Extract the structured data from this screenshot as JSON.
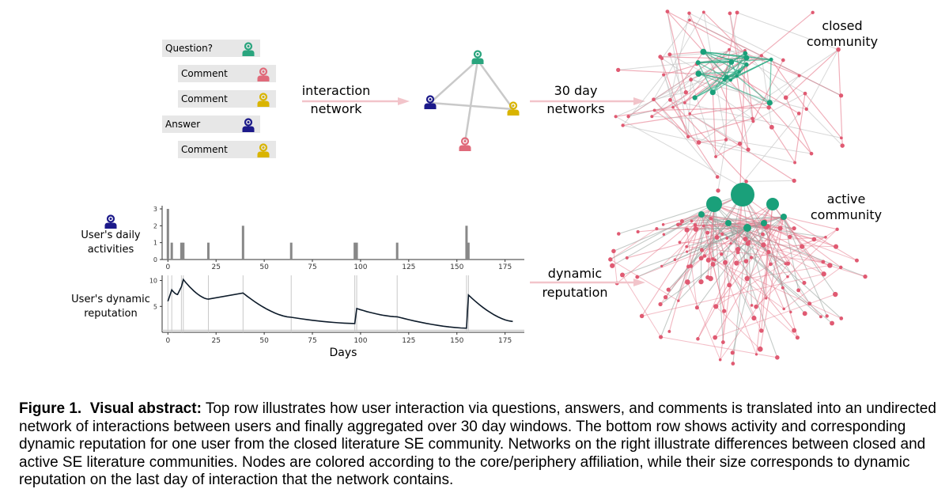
{
  "thread": [
    {
      "label": "Question?",
      "indent": 0,
      "color": "#2aa57e"
    },
    {
      "label": "Comment",
      "indent": 1,
      "color": "#e06a7a"
    },
    {
      "label": "Comment",
      "indent": 1,
      "color": "#d9b400"
    },
    {
      "label": "Answer",
      "indent": 0,
      "color": "#1c1a8a"
    },
    {
      "label": "Comment",
      "indent": 1,
      "color": "#d9b400"
    }
  ],
  "arrows": {
    "interaction": [
      "interaction",
      "network"
    ],
    "thirty_day": [
      "30 day",
      "networks"
    ],
    "dynamic": [
      "dynamic",
      "reputation"
    ]
  },
  "networks": {
    "closed": [
      "closed",
      "community"
    ],
    "active": [
      "active",
      "community"
    ]
  },
  "colors": {
    "core": "#1aa07a",
    "periphery": "#e05a72",
    "activity": "#888888",
    "reputation": "#0d1b2a"
  },
  "chart_data": [
    {
      "type": "bar",
      "title": "",
      "ylabel": "User's daily activities",
      "ylim": [
        0,
        3
      ],
      "yticks": [
        0,
        1,
        2,
        3
      ],
      "xlim": [
        -3,
        185
      ],
      "xticks": [
        0,
        25,
        50,
        75,
        100,
        125,
        150,
        175
      ],
      "x": [
        0,
        2,
        7,
        8,
        21,
        39,
        64,
        97,
        98,
        119,
        155,
        156
      ],
      "values": [
        3,
        1,
        1,
        1,
        1,
        2,
        1,
        1,
        1,
        1,
        2,
        1
      ]
    },
    {
      "type": "line",
      "title": "",
      "xlabel": "Days",
      "ylabel": "User's dynamic reputation",
      "ylim": [
        0,
        11
      ],
      "yticks": [
        5,
        10
      ],
      "xlim": [
        -3,
        185
      ],
      "xticks": [
        0,
        25,
        50,
        75,
        100,
        125,
        150,
        175
      ],
      "events": [
        0,
        2,
        7,
        8,
        21,
        39,
        64,
        97,
        98,
        119,
        155,
        156
      ],
      "points": [
        [
          0,
          6
        ],
        [
          2,
          8.2
        ],
        [
          5,
          7.3
        ],
        [
          7,
          8.8
        ],
        [
          8,
          10.2
        ],
        [
          21,
          6.4
        ],
        [
          39,
          7.6
        ],
        [
          64,
          2.9
        ],
        [
          97,
          1.7
        ],
        [
          98,
          4.6
        ],
        [
          119,
          3.0
        ],
        [
          155,
          0.8
        ],
        [
          156,
          7.2
        ],
        [
          179,
          2.1
        ]
      ]
    }
  ],
  "caption": {
    "label": "Figure 1.",
    "lead": "Visual abstract:",
    "text": "Top row illustrates how user interaction via questions, answers, and comments is translated into an undirected network of interactions between users and finally aggregated over 30 day windows. The bottom row shows activity and corresponding dynamic reputation for one user from the closed literature SE community. Networks on the right illustrate differences between closed and active SE literature communities. Nodes are colored according to the core/periphery affiliation, while their size corresponds to dynamic reputation on the last day of interaction that the network contains."
  }
}
